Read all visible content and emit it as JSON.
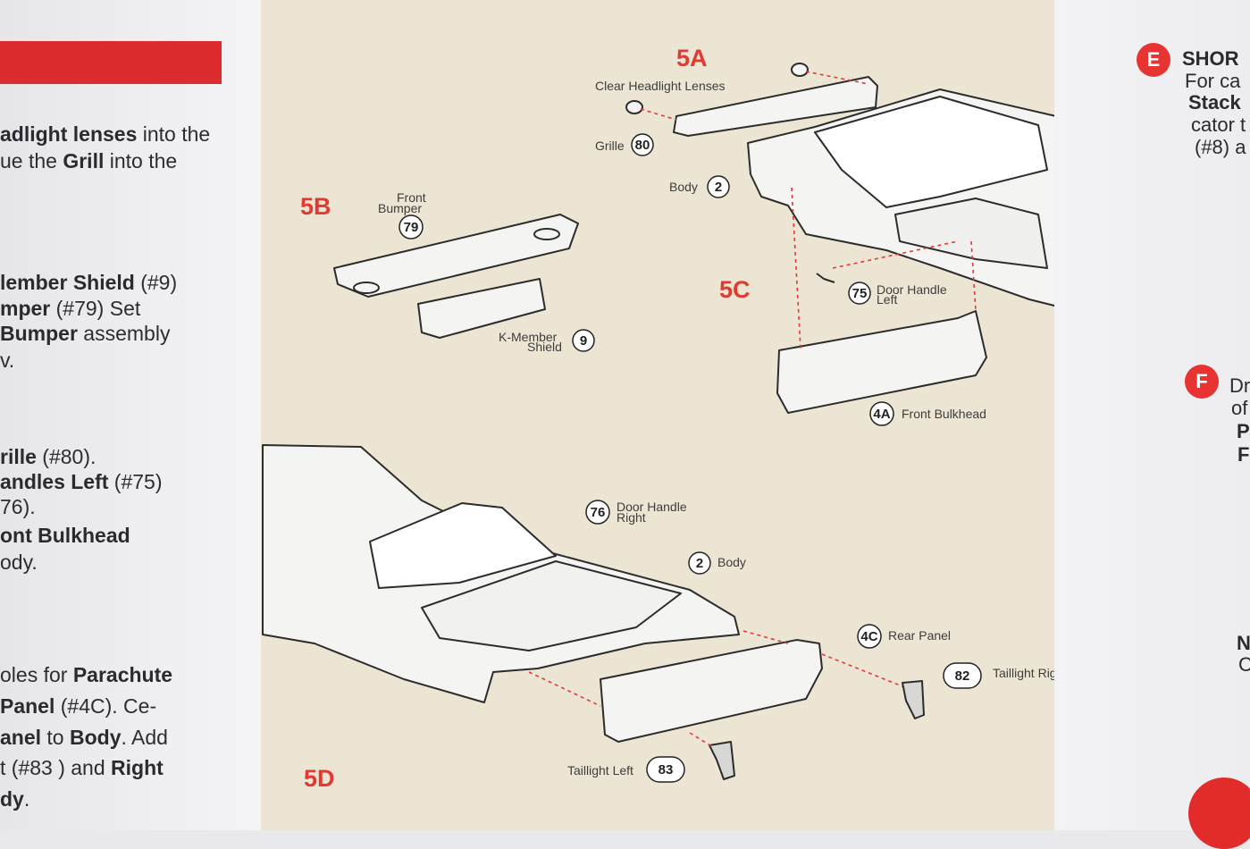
{
  "left_column": {
    "p1_line1_bold": "adlight lenses",
    "p1_line1_rest": " into the",
    "p1_line2_pre": "ue the ",
    "p1_line2_bold": "Grill",
    "p1_line2_post": " into the",
    "p2_line1_bold": "lember Shield",
    "p2_line1_rest": " (#9)",
    "p2_line2_bold": "mper",
    "p2_line2_rest": " (#79) Set",
    "p2_line3_bold": "Bumper",
    "p2_line3_rest": "  assembly",
    "p2_line4": "v.",
    "p3_line1_bold": "rille",
    "p3_line1_rest": " (#80).",
    "p3_line2_bold": "andles  Left",
    "p3_line2_rest": " (#75)",
    "p3_line3": "76).",
    "p3_line4_bold": "ont Bulkhead",
    "p3_line5": "ody.",
    "p4_line1_pre": "oles for ",
    "p4_line1_bold": "Parachute",
    "p4_line2_bold": " Panel",
    "p4_line2_rest": " (#4C). Ce-",
    "p4_line3_bold1": "anel",
    "p4_line3_mid": " to ",
    "p4_line3_bold2": "Body",
    "p4_line3_rest": ". Add",
    "p4_line4_pre": "t (#83   ) and ",
    "p4_line4_bold": "Right",
    "p4_line5_bold": "dy",
    "p4_line5_rest": "."
  },
  "diagram": {
    "step_5a": "5A",
    "step_5b": "5B",
    "step_5c": "5C",
    "step_5d": "5D",
    "clear_headlight_lenses": "Clear Headlight Lenses",
    "grille_label": "Grille",
    "grille_num": "80",
    "body_label_top": "Body",
    "body_num_top": "2",
    "front_bumper_line1": "Front",
    "front_bumper_line2": "Bumper",
    "front_bumper_num": "79",
    "kmember_line1": "K-Member",
    "kmember_line2": "Shield",
    "kmember_num": "9",
    "door_handle_left_line1": "Door Handle",
    "door_handle_left_line2": "Left",
    "door_handle_left_num": "75",
    "front_bulkhead_num": "4A",
    "front_bulkhead_label": "Front Bulkhead",
    "door_handle_right_line1": "Door Handle",
    "door_handle_right_line2": "Right",
    "door_handle_right_num": "76",
    "body_num_bottom": "2",
    "body_label_bottom": "Body",
    "rear_panel_num": "4C",
    "rear_panel_label": "Rear Panel",
    "taillight_right_num": "82",
    "taillight_right_label": "Taillight Right",
    "taillight_left_label": "Taillight Left",
    "taillight_left_num": "83"
  },
  "right_column": {
    "step_e": "E",
    "e_title": "SHOR",
    "e_line1": "For ca",
    "e_line2_bold": "Stack",
    "e_line3": "cator t",
    "e_line4": "(#8) a",
    "step_f": "F",
    "f_line1": "Dr",
    "f_line2": "of",
    "f_line3": "P",
    "f_line4": "F",
    "f_line5": "N",
    "f_line6": "C"
  },
  "colors": {
    "accent_red": "#dd2c2e",
    "diagram_bg": "#ece5d3",
    "guide_line_red": "#e03a3a"
  }
}
